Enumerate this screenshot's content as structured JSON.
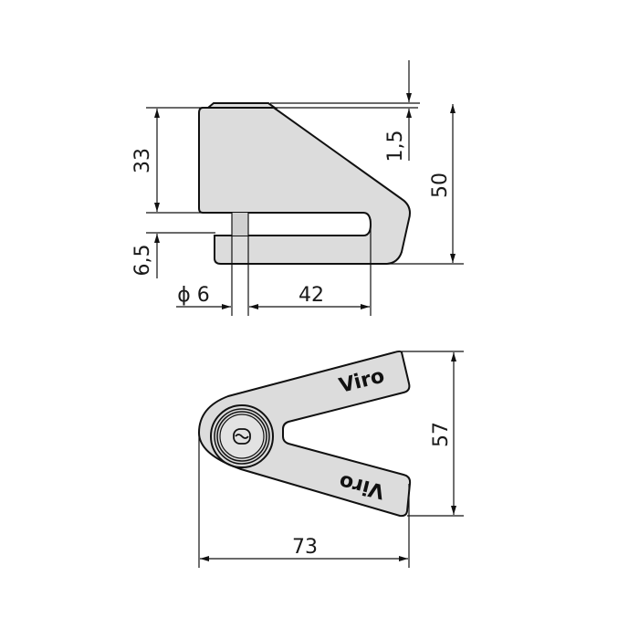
{
  "drawing": {
    "brand": "Viro",
    "colors": {
      "body_fill": "#dcdcdc",
      "outline": "#111111",
      "background": "#ffffff"
    },
    "side_view": {
      "dimensions": {
        "upper_height": "33",
        "cap_height": "1,5",
        "total_height": "50",
        "slot_gap": "6,5",
        "pin_diameter": "ϕ 6",
        "slot_depth": "42"
      }
    },
    "top_view": {
      "logo_top": "Viro",
      "logo_bottom": "Viro",
      "dimensions": {
        "width": "73",
        "height": "57"
      }
    }
  }
}
